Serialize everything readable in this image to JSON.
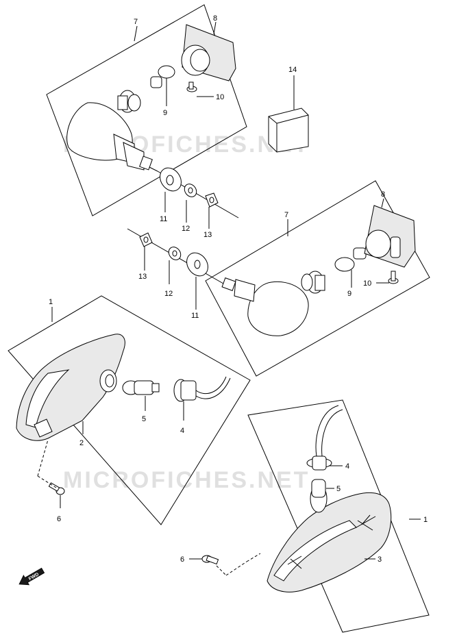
{
  "watermark": {
    "top": "MICROFICHES.NET",
    "bottom": "MICROFICHES.NET"
  },
  "direction_marker": "FWD",
  "callouts": {
    "ul_7": "7",
    "ul_8": "8",
    "ul_9": "9",
    "ul_10": "10",
    "c_14": "14",
    "c_11": "11",
    "c_12": "12",
    "c_13": "13",
    "ur_7": "7",
    "ur_8": "8",
    "ur_9": "9",
    "ur_10": "10",
    "ur_11": "11",
    "ur_12": "12",
    "ur_13": "13",
    "fl_1": "1",
    "fl_2": "2",
    "fl_5": "5",
    "fl_4": "4",
    "fl_6": "6",
    "fr_4": "4",
    "fr_5": "5",
    "fr_1": "1",
    "fr_3": "3",
    "fr_6": "6"
  }
}
